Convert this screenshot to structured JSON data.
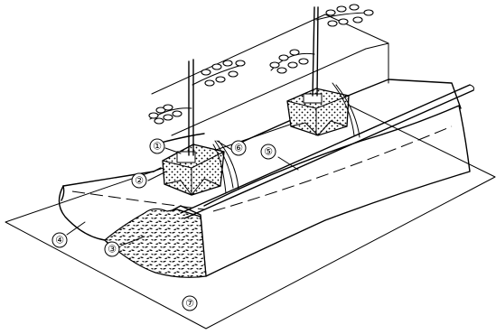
{
  "diagram": {
    "labels": [
      {
        "id": "1",
        "text": "①"
      },
      {
        "id": "2",
        "text": "②"
      },
      {
        "id": "3",
        "text": "③"
      },
      {
        "id": "4",
        "text": "④"
      },
      {
        "id": "5",
        "text": "⑤"
      },
      {
        "id": "6",
        "text": "⑥"
      },
      {
        "id": "7",
        "text": "⑦"
      }
    ]
  }
}
